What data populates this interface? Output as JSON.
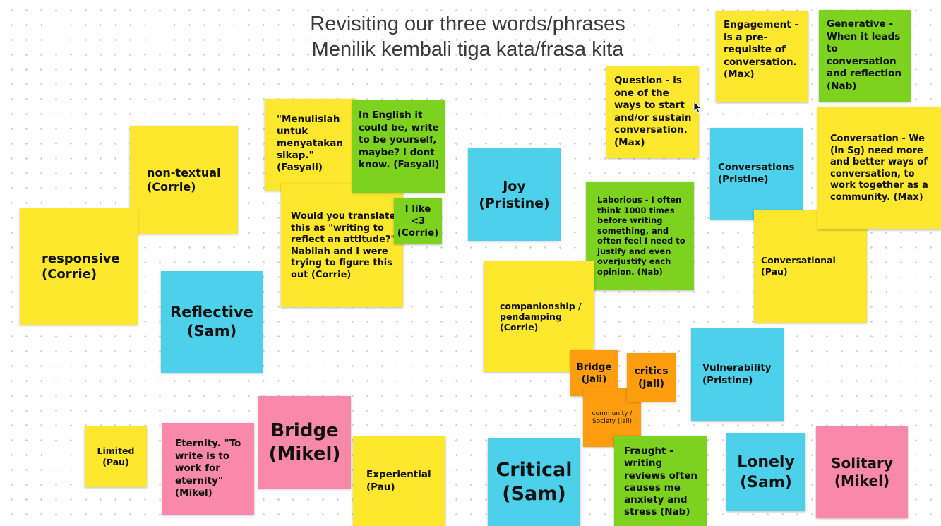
{
  "title": {
    "line1": "Revisiting our three words/phrases",
    "line2": "Menilik kembali tiga kata/frasa kita"
  },
  "notes": {
    "engagement": "Engagement - is a pre-requisite of conversation. (Max)",
    "generative": "Generative - When it leads to conversation and reflection (Nab)",
    "question": "Question - is one of the ways to start and/or sustain conversation. (Max)",
    "conversation_sg": "Conversation - We (in Sg) need more and better ways of conversation, to work together as a community. (Max)",
    "conversations": "Conversations (Pristine)",
    "conversational": "Conversational (Pau)",
    "menulislah": "\"Menulislah untuk menyatakan sikap.\" (Fasyali)",
    "in_english": "In English it could be, write to be yourself, maybe? I dont know. (Fasyali)",
    "translate": "Would you translate this as \"writing to reflect an attitude?\" Nabilah and I were trying to figure this out (Corrie)",
    "i_like": "I like <3 (Corrie)",
    "non_textual": "non-textual (Corrie)",
    "responsive": "responsive (Corrie)",
    "reflective": "Reflective (Sam)",
    "joy": "Joy (Pristine)",
    "laborious": "Laborious - I often think 1000 times before writing something, and often feel I need to justify and even overjustify each opinion. (Nab)",
    "companionship": "companionship / pendamping (Corrie)",
    "bridge_jali": "Bridge (Jali)",
    "critics_jali": "critics (Jali)",
    "community_jali": "community / Society (Jali)",
    "vulnerability": "Vulnerability (Pristine)",
    "limited": "Limited (Pau)",
    "eternity": "Eternity. \"To write is to work for eternity\" (Mikel)",
    "bridge_mikel": "Bridge (Mikel)",
    "experiential": "Experiential (Pau)",
    "critical": "Critical (Sam)",
    "fraught": "Fraught - writing reviews often causes me anxiety and stress (Nab)",
    "lonely": "Lonely (Sam)",
    "solitary": "Solitary (Mikel)"
  },
  "colors": {
    "yellow": "#fde82e",
    "green": "#7dd21f",
    "blue": "#4dd1ea",
    "pink": "#f889aa",
    "orange": "#fd9d0f"
  },
  "icons": {
    "cursor": "mouse-cursor-icon"
  }
}
